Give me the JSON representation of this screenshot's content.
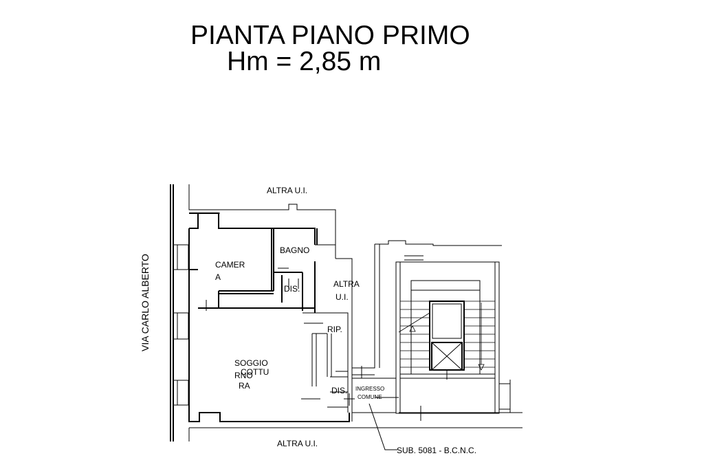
{
  "title": {
    "line1": "PIANTA PIANO PRIMO",
    "line2": "Hm = 2,85 m"
  },
  "street": "VIA CARLO ALBERTO",
  "rooms": {
    "camera_1": "CAMER",
    "camera_2": "A",
    "bagno": "BAGNO",
    "dis_1": "DIS.",
    "altra_ui_1": "ALTRA",
    "altra_ui_2": "U.I.",
    "rip": "RIP.",
    "soggiorno_1": "SOGGIO",
    "soggiorno_2": "RNO",
    "cottura_1": "COTTU",
    "cottura_2": "RA",
    "dis_2": "DIS.",
    "ingresso_1": "INGRESSO",
    "ingresso_2": "COMUNE"
  },
  "neighbors": {
    "top": "ALTRA U.I.",
    "bottom": "ALTRA U.I."
  },
  "sub_label": "SUB. 5081 - B.C.N.C."
}
